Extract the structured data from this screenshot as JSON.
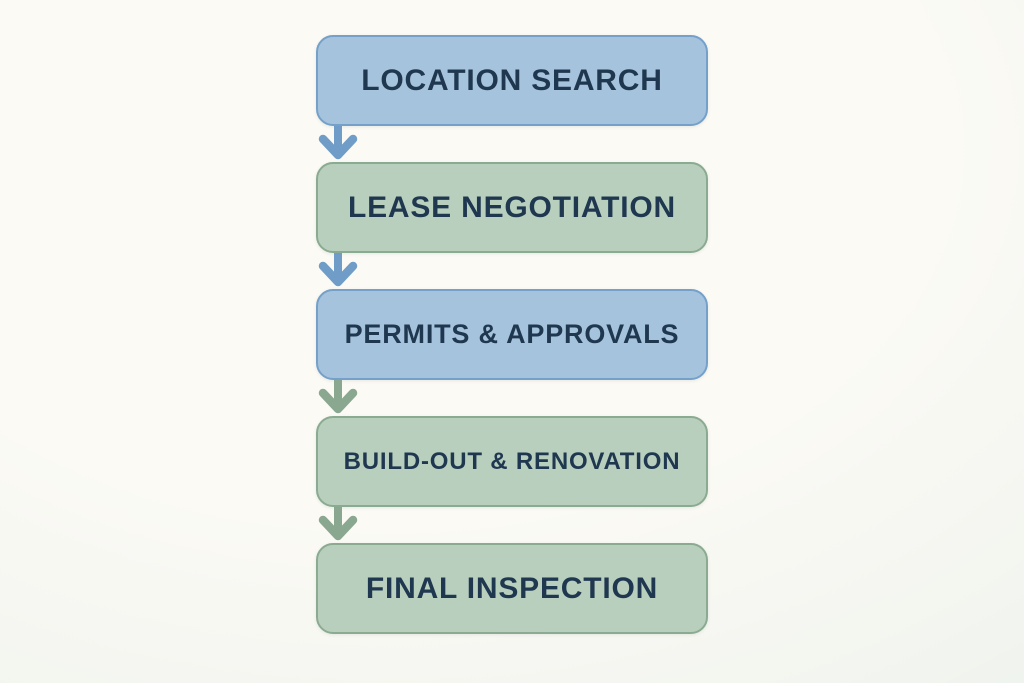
{
  "diagram": {
    "type": "flowchart",
    "orientation": "vertical",
    "steps": [
      {
        "label": "LOCATION SEARCH",
        "variant": "blue"
      },
      {
        "label": "LEASE NEGOTIATION",
        "variant": "green"
      },
      {
        "label": "PERMITS & APPROVALS",
        "variant": "blue"
      },
      {
        "label": "BUILD-OUT & RENOVATION",
        "variant": "green"
      },
      {
        "label": "FINAL INSPECTION",
        "variant": "green"
      }
    ],
    "connectors": [
      {
        "from": 0,
        "to": 1,
        "color": "blue"
      },
      {
        "from": 1,
        "to": 2,
        "color": "blue"
      },
      {
        "from": 2,
        "to": 3,
        "color": "green"
      },
      {
        "from": 3,
        "to": 4,
        "color": "green"
      }
    ],
    "colors": {
      "blue_fill": "#a6c3dd",
      "blue_border": "#74a0ca",
      "blue_arrow": "#6f9dc7",
      "green_fill": "#b9cfbd",
      "green_border": "#8aab91",
      "green_arrow": "#8aa78f",
      "text": "#1f3850",
      "background_center": "#fbfaf5",
      "background_edge": "#e9efe9"
    }
  }
}
